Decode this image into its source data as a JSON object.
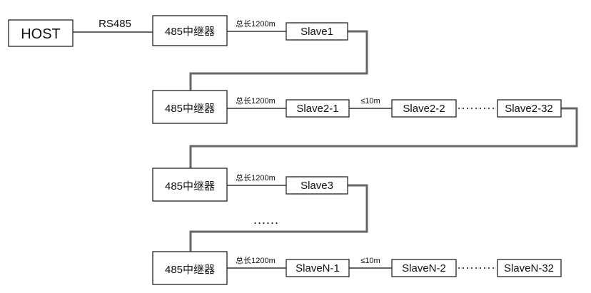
{
  "host": {
    "label": "HOST"
  },
  "link_label": "RS485",
  "repeater_label": "485中继器",
  "length_label": "总长1200m",
  "spacing_label": "≤10m",
  "group_ellipsis": "......",
  "rows": [
    {
      "slaves": [
        "Slave1"
      ]
    },
    {
      "slaves": [
        "Slave2-1",
        "Slave2-2",
        "Slave2-32"
      ]
    },
    {
      "slaves": [
        "Slave3"
      ]
    },
    {
      "slaves": [
        "SlaveN-1",
        "SlaveN-2",
        "SlaveN-32"
      ]
    }
  ]
}
